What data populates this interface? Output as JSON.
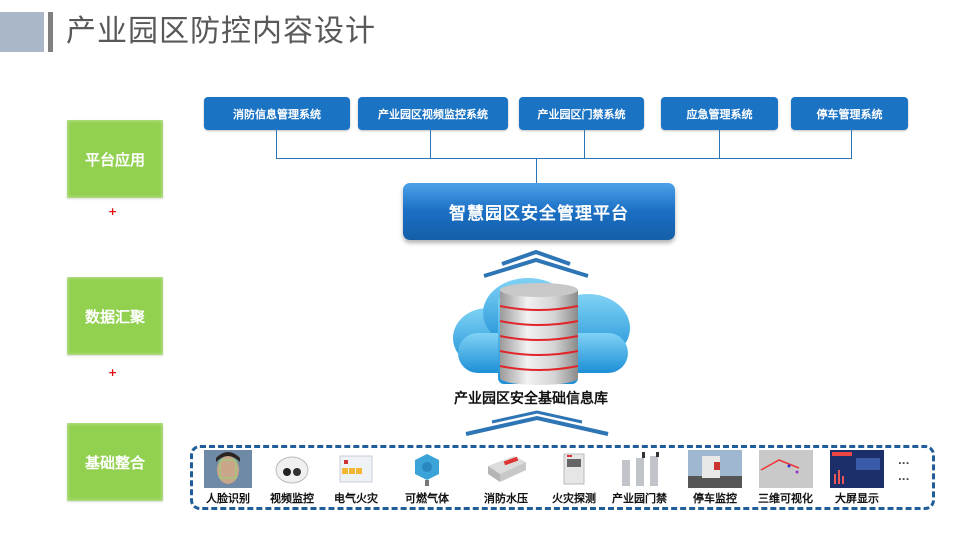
{
  "header": {
    "title": "产业园区防控内容设计"
  },
  "layers": [
    {
      "label": "平台应用"
    },
    {
      "label": "数据汇聚"
    },
    {
      "label": "基础整合"
    }
  ],
  "connector_symbol": "+",
  "systems": [
    {
      "label": "消防信息管理系统"
    },
    {
      "label": "产业园区视频监控系统"
    },
    {
      "label": "产业园区门禁系统"
    },
    {
      "label": "应急管理系统"
    },
    {
      "label": "停车管理系统"
    }
  ],
  "platform": {
    "label": "智慧园区安全管理平台"
  },
  "database": {
    "label": "产业园区安全基础信息库",
    "icon": "cloud-database-icon"
  },
  "devices": [
    {
      "label": "人脸识别",
      "icon": "face-recognition-icon"
    },
    {
      "label": "视频监控",
      "icon": "dome-camera-icon"
    },
    {
      "label": "电气火灾",
      "icon": "electrical-panel-icon"
    },
    {
      "label": "可燃气体",
      "icon": "gas-detector-icon"
    },
    {
      "label": "消防水压",
      "icon": "water-pressure-sensor-icon"
    },
    {
      "label": "火灾探测",
      "icon": "fire-detector-panel-icon"
    },
    {
      "label": "产业园门禁",
      "icon": "turnstile-gate-icon"
    },
    {
      "label": "停车监控",
      "icon": "parking-booth-icon"
    },
    {
      "label": "三维可视化",
      "icon": "3d-visualization-icon"
    },
    {
      "label": "大屏显示",
      "icon": "dashboard-screen-icon"
    }
  ],
  "more": {
    "line1": "...",
    "line2": "..."
  },
  "colors": {
    "blue": "#1b73c4",
    "green": "#92d050",
    "accent_red": "#e01010",
    "frame": "#1f5e9b"
  }
}
